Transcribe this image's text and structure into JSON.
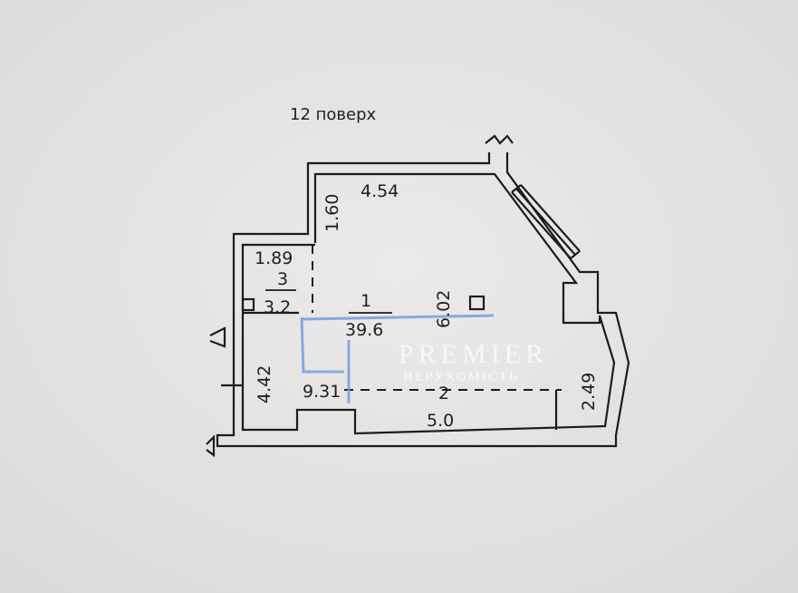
{
  "floor_label": "12 поверх",
  "dimensions": {
    "top_width": "4.54",
    "top_depth": "1.60",
    "room3_width": "1.89",
    "room1_depth": "6.02",
    "left_depth": "4.42",
    "lower_width": "9.31",
    "right_depth": "2.49"
  },
  "rooms": [
    {
      "number": "1",
      "area": "39.6"
    },
    {
      "number": "2",
      "area": "5.0"
    },
    {
      "number": "3",
      "area": "3.2"
    }
  ],
  "watermark": {
    "brand": "PREMIER",
    "subtitle": "НЕРУХОМІСТЬ"
  },
  "colors": {
    "background": "#e4e3e1",
    "walls": "#1b1b20",
    "highlight": "#6f9ee6"
  }
}
